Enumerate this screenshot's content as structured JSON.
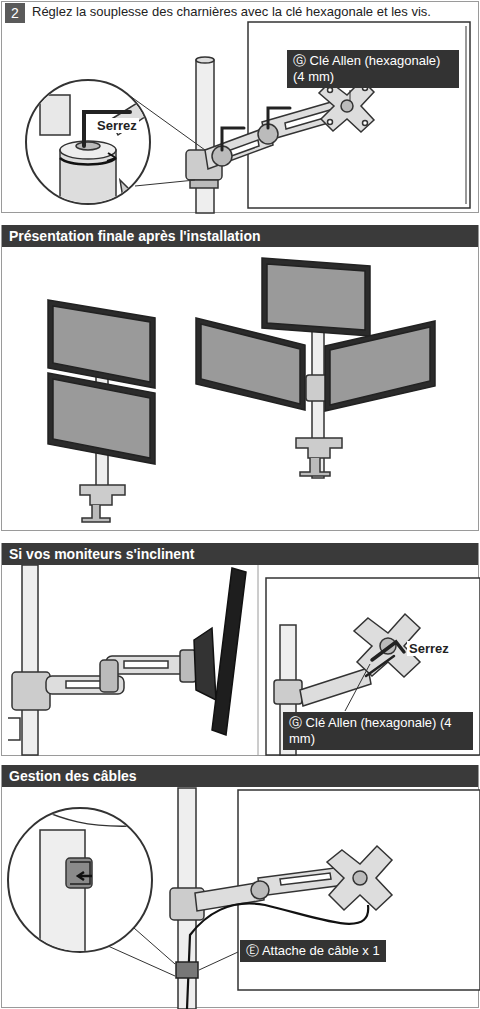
{
  "diagram": {
    "nodes": [
      {
        "text": [
          "2"
        ]
      },
      {
        "text": [
          "Ⓖ Clé Allen (hexagonale) (4 mm)"
        ]
      },
      {
        "text": [
          "Présentation finale après l'installation"
        ]
      },
      {
        "text": [
          "Si vos moniteurs s'inclinent"
        ]
      },
      {
        "text": [
          "Ⓖ Clé Allen (hexagonale) (4 mm)"
        ]
      },
      {
        "text": [
          "Gestion des câbles"
        ]
      },
      {
        "text": [
          "Ⓔ Attache de câble x 1"
        ]
      }
    ],
    "labels": [
      "Réglez la souplesse des charnières avec la clé hexagonale et les vis.",
      "Serrez",
      "Serrez"
    ]
  }
}
